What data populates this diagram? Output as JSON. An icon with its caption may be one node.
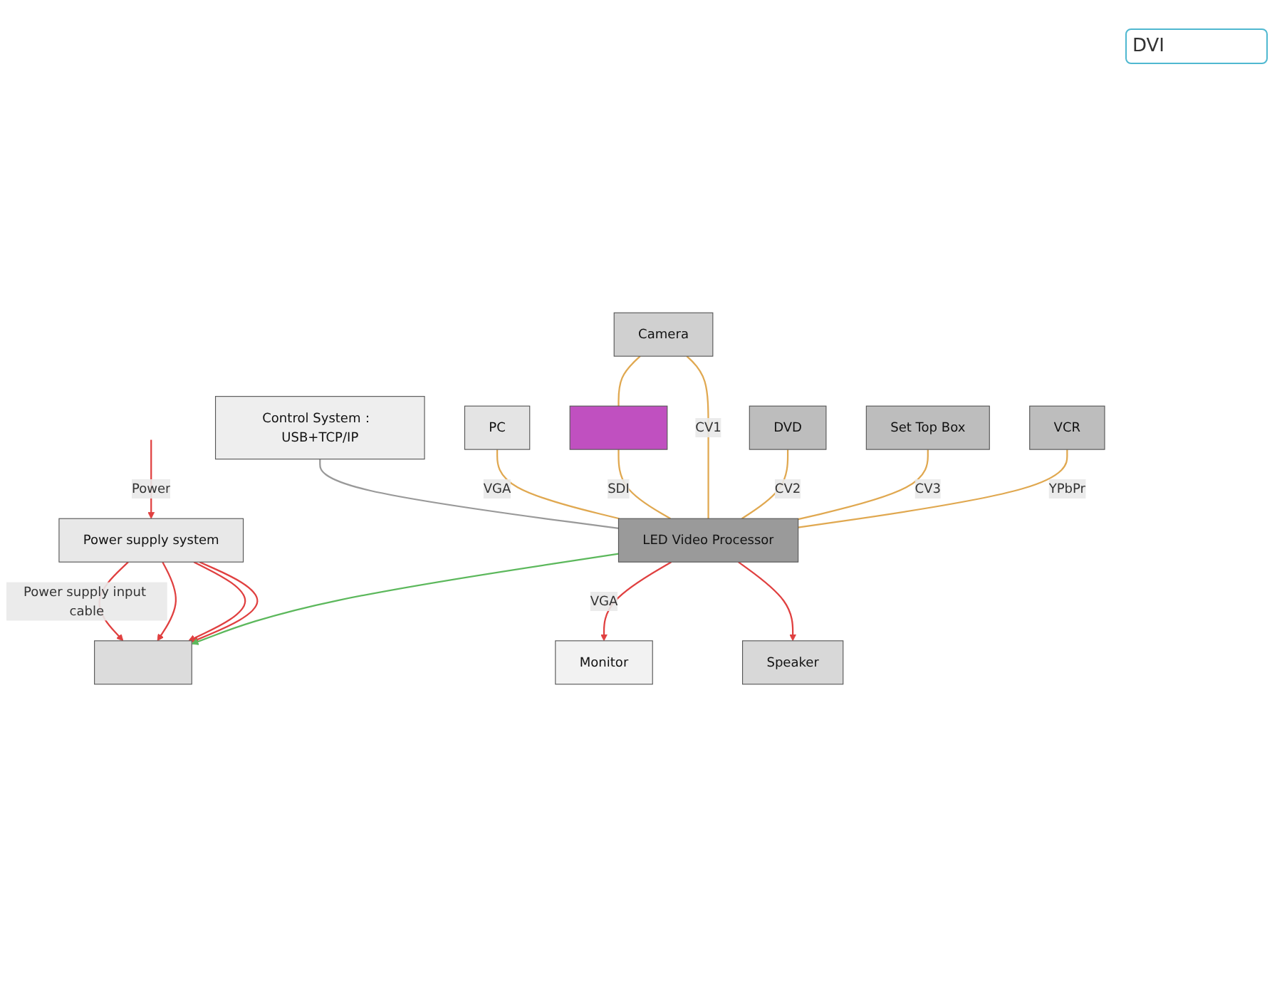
{
  "diagram": {
    "nodes": [
      {
        "text": [
          "Power supply system"
        ]
      },
      {
        "text": [],
        "shape": "box"
      },
      {
        "text": [
          "Monitor"
        ]
      },
      {
        "text": [
          "LED Video Processor"
        ]
      },
      {
        "text": [
          "Control System： USB+TCP/IP"
        ]
      },
      {
        "text": [
          "Speaker"
        ]
      },
      {
        "text": [
          "PC"
        ]
      },
      {
        "text": [],
        "shape": "box"
      },
      {
        "text": [
          "Camera"
        ]
      },
      {
        "text": [
          "DVD"
        ]
      },
      {
        "text": [
          "Set Top Box"
        ]
      },
      {
        "text": [
          "VCR"
        ]
      }
    ],
    "edges": [
      {
        "from": null,
        "to": 0,
        "arrow": "to",
        "label": "Power",
        "color": "#e04040"
      },
      {
        "from": 0,
        "to": 1,
        "arrow": "to",
        "label": "Power supply input cable",
        "color": "#e04040"
      },
      {
        "from": 0,
        "to": 1,
        "arrow": "to",
        "color": "#e04040"
      },
      {
        "from": 0,
        "to": 1,
        "arrow": "to",
        "color": "#e04040"
      },
      {
        "from": 0,
        "to": 1,
        "arrow": "to",
        "color": "#e04040"
      },
      {
        "from": 3,
        "to": 1,
        "arrow": "to",
        "color": "#5cb85c"
      },
      {
        "from": 3,
        "to": 2,
        "arrow": "to",
        "label": "VGA",
        "color": "#e04040"
      },
      {
        "from": 3,
        "to": 5,
        "arrow": "to",
        "color": "#e04040"
      },
      {
        "from": 4,
        "to": 3,
        "arrow": "none",
        "color": "#999999"
      },
      {
        "from": 6,
        "to": 3,
        "arrow": "none",
        "label": "VGA",
        "color": "#e0a850"
      },
      {
        "from": 7,
        "to": 3,
        "arrow": "none",
        "label": "SDI",
        "color": "#e0a850"
      },
      {
        "from": 8,
        "to": 7,
        "arrow": "none",
        "color": "#e0a850"
      },
      {
        "from": 8,
        "to": 3,
        "arrow": "none",
        "label": "CV1",
        "color": "#e0a850"
      },
      {
        "from": 9,
        "to": 3,
        "arrow": "none",
        "label": "CV2",
        "color": "#e0a850"
      },
      {
        "from": 10,
        "to": 3,
        "arrow": "none",
        "label": "CV3",
        "color": "#e0a850"
      },
      {
        "from": 11,
        "to": 3,
        "arrow": "none",
        "label": "YPbPr",
        "color": "#e0a850"
      }
    ],
    "labels": [
      "DVI"
    ]
  }
}
